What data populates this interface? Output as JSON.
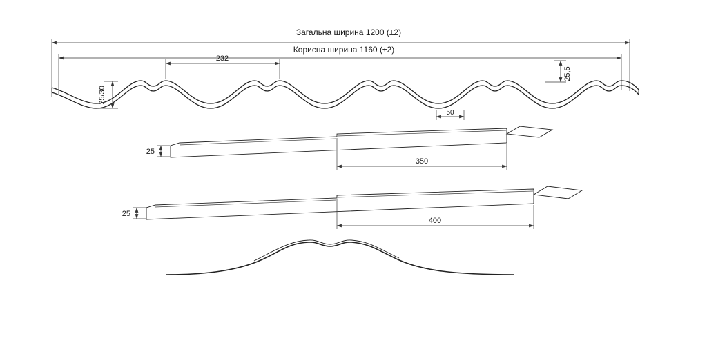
{
  "drawing": {
    "labels": {
      "total_width": "Загальна ширина 1200 (±2)",
      "useful_width": "Корисна ширина 1160 (±2)",
      "wave_module": "232",
      "edge_height": "25,5",
      "profile_height": "25/30",
      "groove_width": "50",
      "step_height_350": "25",
      "module_length_350": "350",
      "step_height_400": "25",
      "module_length_400": "400"
    },
    "colors": {
      "line": "#222222",
      "background": "#ffffff"
    }
  }
}
